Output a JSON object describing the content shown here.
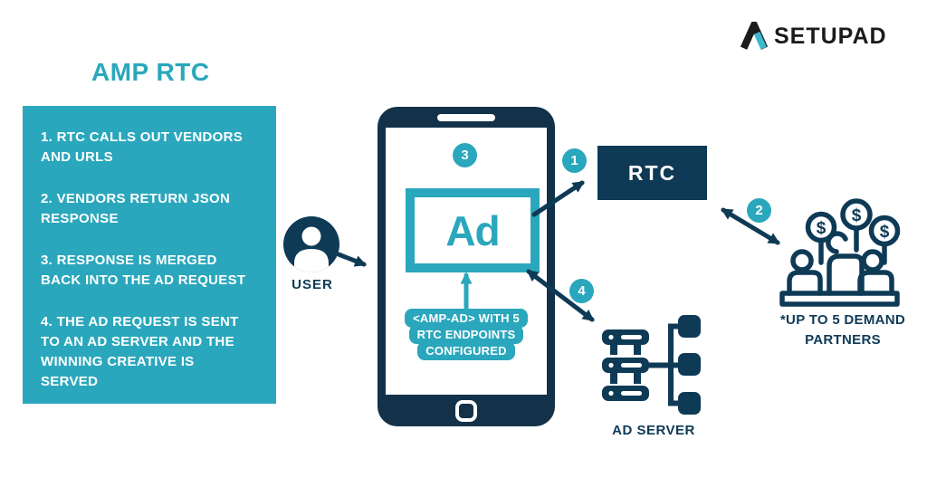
{
  "colors": {
    "teal": "#2AA7BC",
    "navy": "#0E3A56",
    "logo_black": "#1B1B1B",
    "white": "#FFFFFF"
  },
  "brand": {
    "logo_text": "SETUPAD"
  },
  "title": "AMP RTC",
  "steps_panel": {
    "items": [
      "1. RTC CALLS OUT VENDORS AND URLS",
      "2. VENDORS RETURN JSON RESPONSE",
      "3. RESPONSE IS MERGED BACK INTO THE AD REQUEST",
      "4. THE AD REQUEST IS SENT TO AN AD SERVER AND THE WINNING CREATIVE IS SERVED"
    ]
  },
  "flow": {
    "user": {
      "label": "USER"
    },
    "phone": {
      "ad_text": "Ad"
    },
    "rtc": {
      "label": "RTC"
    },
    "amp_ad_note": {
      "lines": [
        "<AMP-AD> WITH 5",
        "RTC ENDPOINTS",
        "CONFIGURED"
      ]
    },
    "ad_server": {
      "label": "AD SERVER"
    },
    "demand_partners": {
      "label": "*UP TO 5 DEMAND PARTNERS",
      "paddle_symbol": "$"
    },
    "badges": {
      "step1": "1",
      "step2": "2",
      "step3": "3",
      "step4": "4"
    }
  }
}
